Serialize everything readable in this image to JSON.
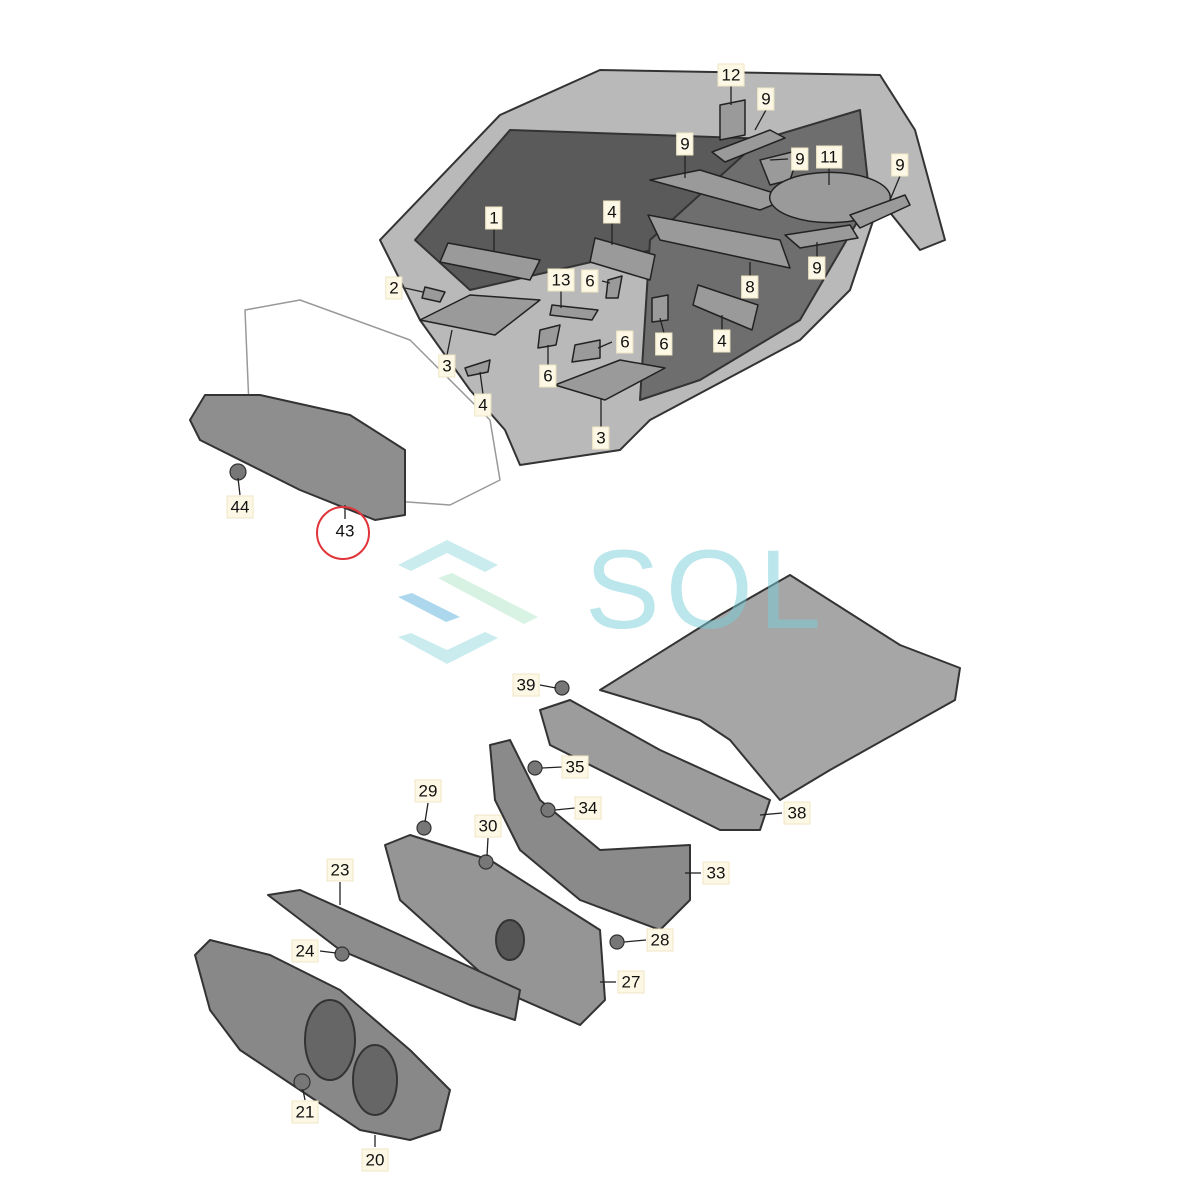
{
  "diagram": {
    "watermark": "SOL",
    "highlight_color": "#e0343a",
    "highlighted_part": "43",
    "part_labels": [
      "12",
      "9",
      "9",
      "9",
      "11",
      "9",
      "1",
      "4",
      "2",
      "13",
      "6",
      "8",
      "9",
      "3",
      "6",
      "6",
      "4",
      "6",
      "4",
      "3",
      "44",
      "43",
      "39",
      "35",
      "34",
      "38",
      "29",
      "30",
      "33",
      "23",
      "24",
      "28",
      "27",
      "21",
      "20"
    ]
  }
}
